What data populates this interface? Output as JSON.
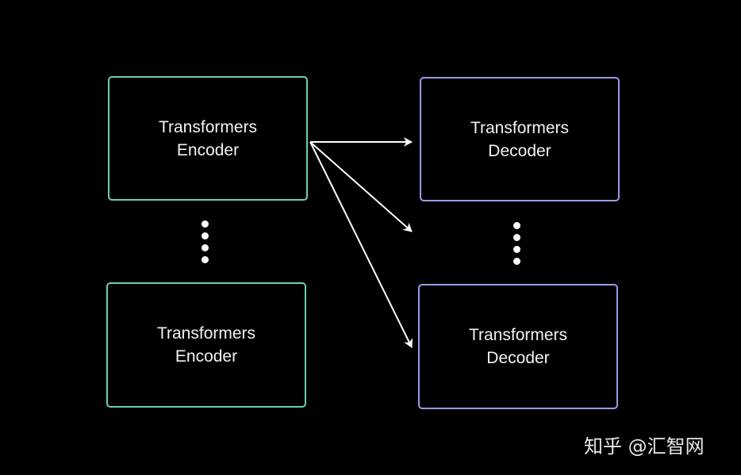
{
  "encoders": [
    {
      "line1": "Transformers",
      "line2": "Encoder"
    },
    {
      "line1": "Transformers",
      "line2": "Encoder"
    }
  ],
  "decoders": [
    {
      "line1": "Transformers",
      "line2": "Decoder"
    },
    {
      "line1": "Transformers",
      "line2": "Decoder"
    }
  ],
  "watermark": "知乎 @汇智网",
  "colors": {
    "background": "#000000",
    "encoder_border": "#6fcfae",
    "decoder_border": "#9b9be6",
    "text": "#f2f2f2",
    "arrow": "#ffffff"
  }
}
